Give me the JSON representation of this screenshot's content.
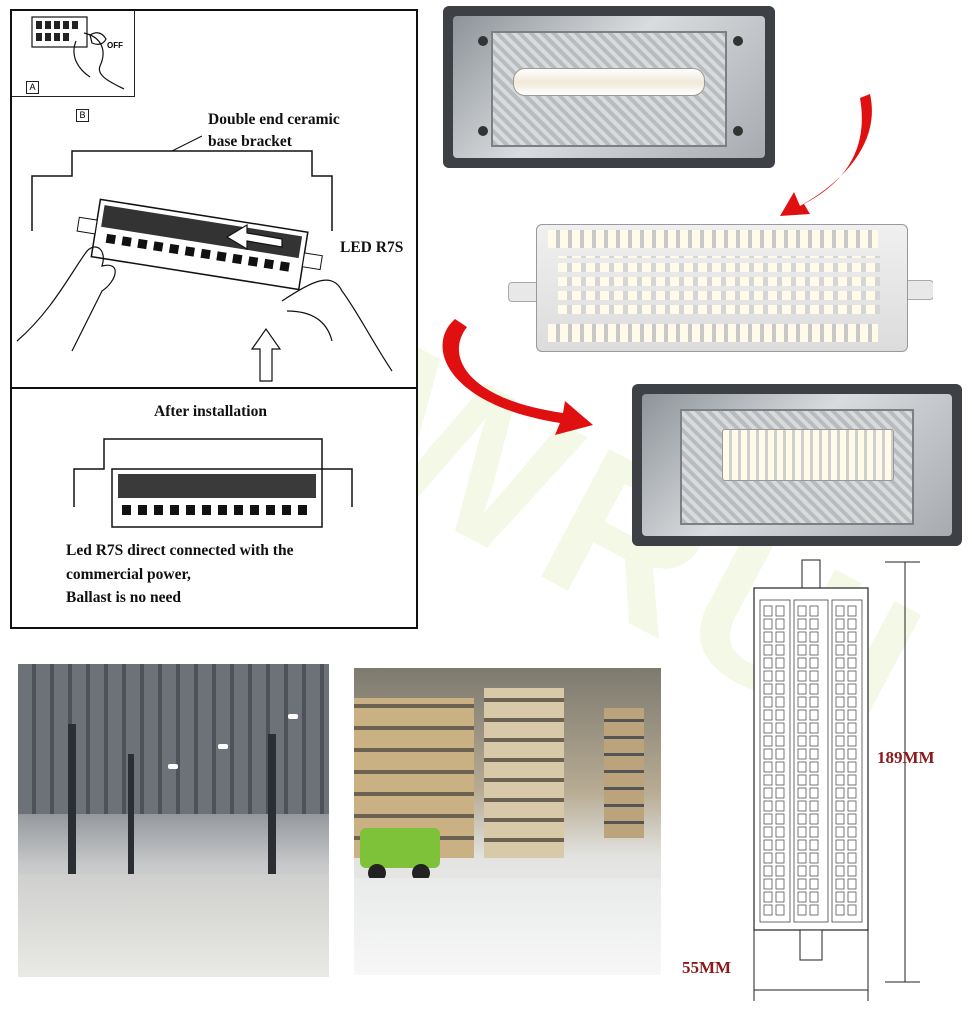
{
  "instructions": {
    "step_a": {
      "box_label": "A",
      "switch_label": "OFF"
    },
    "step_b": {
      "box_label": "B",
      "bracket_caption_line1": "Double end ceramic",
      "bracket_caption_line2": "base bracket",
      "lamp_caption": "LED R7S"
    },
    "after": {
      "title": "After installation",
      "note_line1": "Led R7S direct connected with the",
      "note_line2": "commercial power,",
      "note_line3": "Ballast is no need"
    }
  },
  "dimensions": {
    "height": "189MM",
    "width": "55MM"
  },
  "colors": {
    "arrow": "#e01010",
    "dimension_text": "#8b1a1a",
    "watermark": "#a0d23c",
    "forklift": "#7ec23a"
  }
}
